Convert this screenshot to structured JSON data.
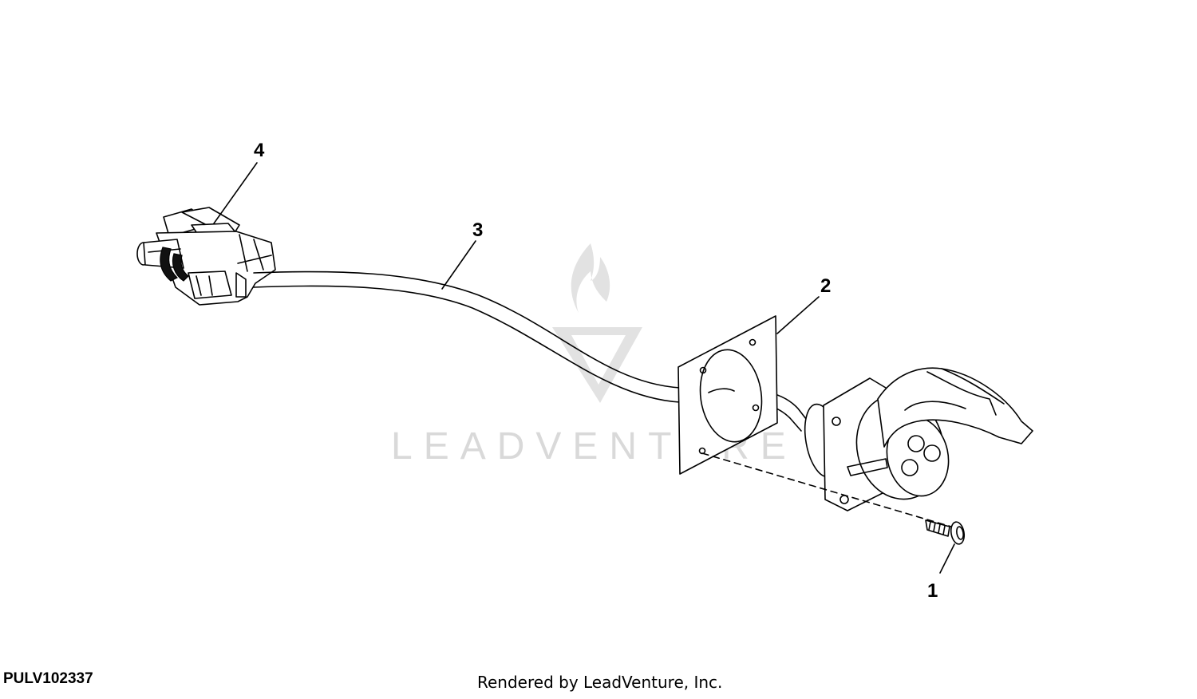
{
  "callouts": {
    "part1": "1",
    "part2": "2",
    "part3": "3",
    "part4": "4"
  },
  "figure_id": "PULV102337",
  "credit": "Rendered by LeadVenture, Inc.",
  "watermark": "LEADVENTURE",
  "colors": {
    "line": "#000000",
    "watermark": "#d9d9d9",
    "background": "#ffffff"
  }
}
